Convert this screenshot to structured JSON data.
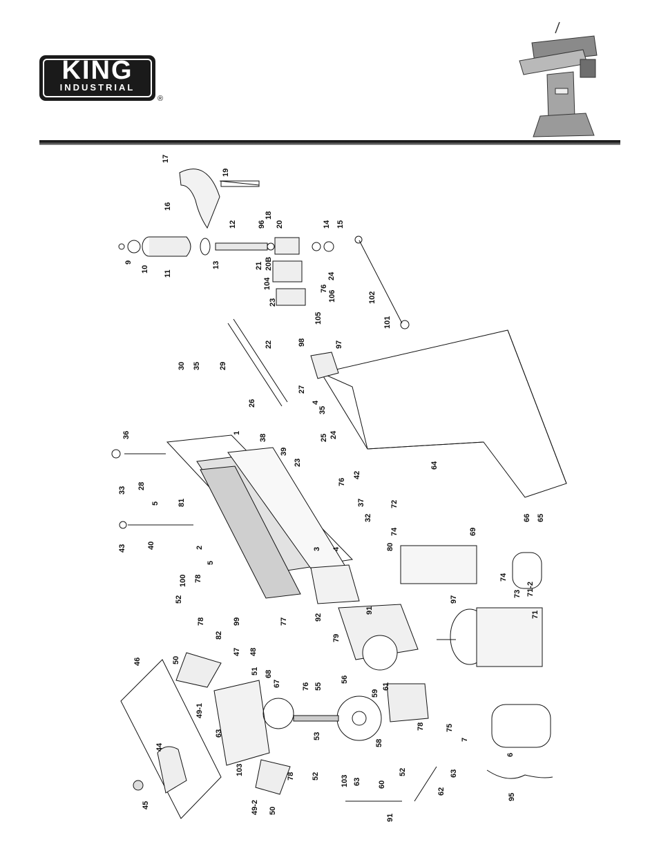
{
  "header": {
    "logo_main": "KING",
    "logo_sub": "INDUSTRIAL",
    "registered_mark": "®"
  },
  "parts": [
    {
      "id": "p17",
      "label": "17"
    },
    {
      "id": "p19",
      "label": "19"
    },
    {
      "id": "p16",
      "label": "16"
    },
    {
      "id": "p18",
      "label": "18"
    },
    {
      "id": "p12",
      "label": "12"
    },
    {
      "id": "p96",
      "label": "96"
    },
    {
      "id": "p20",
      "label": "20"
    },
    {
      "id": "p14",
      "label": "14"
    },
    {
      "id": "p15",
      "label": "15"
    },
    {
      "id": "p9",
      "label": "9"
    },
    {
      "id": "p10",
      "label": "10"
    },
    {
      "id": "p11",
      "label": "11"
    },
    {
      "id": "p13",
      "label": "13"
    },
    {
      "id": "p21",
      "label": "21"
    },
    {
      "id": "p20B",
      "label": "20B"
    },
    {
      "id": "p104",
      "label": "104"
    },
    {
      "id": "p24a",
      "label": "24"
    },
    {
      "id": "p76a",
      "label": "76"
    },
    {
      "id": "p106",
      "label": "106"
    },
    {
      "id": "p23a",
      "label": "23"
    },
    {
      "id": "p105",
      "label": "105"
    },
    {
      "id": "p102",
      "label": "102"
    },
    {
      "id": "p101",
      "label": "101"
    },
    {
      "id": "p22",
      "label": "22"
    },
    {
      "id": "p98",
      "label": "98"
    },
    {
      "id": "p97a",
      "label": "97"
    },
    {
      "id": "p30",
      "label": "30"
    },
    {
      "id": "p35a",
      "label": "35"
    },
    {
      "id": "p29",
      "label": "29"
    },
    {
      "id": "p26",
      "label": "26"
    },
    {
      "id": "p27",
      "label": "27"
    },
    {
      "id": "p4a",
      "label": "4"
    },
    {
      "id": "p35b",
      "label": "35"
    },
    {
      "id": "p36",
      "label": "36"
    },
    {
      "id": "p1",
      "label": "1"
    },
    {
      "id": "p38",
      "label": "38"
    },
    {
      "id": "p39",
      "label": "39"
    },
    {
      "id": "p25",
      "label": "25"
    },
    {
      "id": "p24b",
      "label": "24"
    },
    {
      "id": "p23b",
      "label": "23"
    },
    {
      "id": "p76b",
      "label": "76"
    },
    {
      "id": "p33",
      "label": "33"
    },
    {
      "id": "p28",
      "label": "28"
    },
    {
      "id": "p5a",
      "label": "5"
    },
    {
      "id": "p81",
      "label": "81"
    },
    {
      "id": "p42",
      "label": "42"
    },
    {
      "id": "p64",
      "label": "64"
    },
    {
      "id": "p37",
      "label": "37"
    },
    {
      "id": "p72",
      "label": "72"
    },
    {
      "id": "p66",
      "label": "66"
    },
    {
      "id": "p65",
      "label": "65"
    },
    {
      "id": "p43",
      "label": "43"
    },
    {
      "id": "p40",
      "label": "40"
    },
    {
      "id": "p32",
      "label": "32"
    },
    {
      "id": "p74a",
      "label": "74"
    },
    {
      "id": "p69",
      "label": "69"
    },
    {
      "id": "p2",
      "label": "2"
    },
    {
      "id": "p3",
      "label": "3"
    },
    {
      "id": "p4b",
      "label": "4"
    },
    {
      "id": "p80",
      "label": "80"
    },
    {
      "id": "p5b",
      "label": "5"
    },
    {
      "id": "p100",
      "label": "100"
    },
    {
      "id": "p78a",
      "label": "78"
    },
    {
      "id": "p52a",
      "label": "52"
    },
    {
      "id": "p78b",
      "label": "78"
    },
    {
      "id": "p99",
      "label": "99"
    },
    {
      "id": "p77",
      "label": "77"
    },
    {
      "id": "p92",
      "label": "92"
    },
    {
      "id": "p91a",
      "label": "91"
    },
    {
      "id": "p97b",
      "label": "97"
    },
    {
      "id": "p74b",
      "label": "74"
    },
    {
      "id": "p73",
      "label": "73"
    },
    {
      "id": "p71-2",
      "label": "71-2"
    },
    {
      "id": "p71",
      "label": "71"
    },
    {
      "id": "p82",
      "label": "82"
    },
    {
      "id": "p79",
      "label": "79"
    },
    {
      "id": "p50a",
      "label": "50"
    },
    {
      "id": "p46",
      "label": "46"
    },
    {
      "id": "p47",
      "label": "47"
    },
    {
      "id": "p48",
      "label": "48"
    },
    {
      "id": "p51",
      "label": "51"
    },
    {
      "id": "p68",
      "label": "68"
    },
    {
      "id": "p67",
      "label": "67"
    },
    {
      "id": "p49-1",
      "label": "49-1"
    },
    {
      "id": "p76c",
      "label": "76"
    },
    {
      "id": "p55",
      "label": "55"
    },
    {
      "id": "p56",
      "label": "56"
    },
    {
      "id": "p59",
      "label": "59"
    },
    {
      "id": "p61",
      "label": "61"
    },
    {
      "id": "p75",
      "label": "75"
    },
    {
      "id": "p53",
      "label": "53"
    },
    {
      "id": "p58",
      "label": "58"
    },
    {
      "id": "p78c",
      "label": "78"
    },
    {
      "id": "p7",
      "label": "7"
    },
    {
      "id": "p6",
      "label": "6"
    },
    {
      "id": "p63a",
      "label": "63"
    },
    {
      "id": "p44",
      "label": "44"
    },
    {
      "id": "p103a",
      "label": "103"
    },
    {
      "id": "p52b",
      "label": "52"
    },
    {
      "id": "p63b",
      "label": "63"
    },
    {
      "id": "p78d",
      "label": "78"
    },
    {
      "id": "p52c",
      "label": "52"
    },
    {
      "id": "p103b",
      "label": "103"
    },
    {
      "id": "p63c",
      "label": "63"
    },
    {
      "id": "p60",
      "label": "60"
    },
    {
      "id": "p62",
      "label": "62"
    },
    {
      "id": "p95",
      "label": "95"
    },
    {
      "id": "p45",
      "label": "45"
    },
    {
      "id": "p49-2",
      "label": "49-2"
    },
    {
      "id": "p50b",
      "label": "50"
    },
    {
      "id": "p91b",
      "label": "91"
    }
  ]
}
